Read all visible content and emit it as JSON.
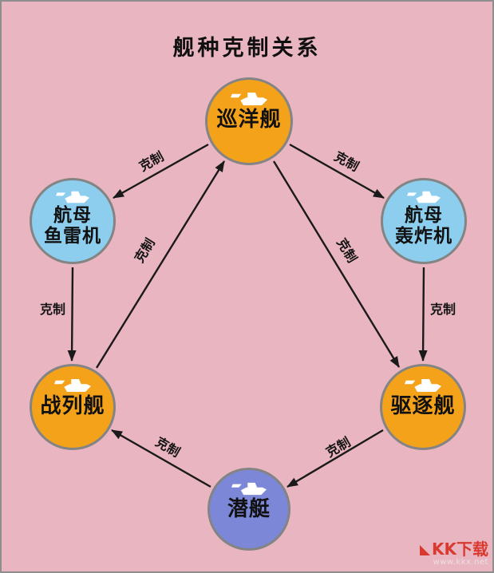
{
  "title": "舰种克制关系",
  "nodes": {
    "cruiser": {
      "label": "巡洋舰",
      "color": "#F5A21B"
    },
    "carrier_torpedo": {
      "label": "航母\n鱼雷机",
      "color": "#8DCEEF"
    },
    "carrier_bomber": {
      "label": "航母\n轰炸机",
      "color": "#8DCEEF"
    },
    "battleship": {
      "label": "战列舰",
      "color": "#F5A21B"
    },
    "destroyer": {
      "label": "驱逐舰",
      "color": "#F5A21B"
    },
    "submarine": {
      "label": "潜艇",
      "color": "#7C87D8"
    }
  },
  "edges": [
    {
      "from": "巡洋舰",
      "to": "航母鱼雷机",
      "label": "克制"
    },
    {
      "from": "巡洋舰",
      "to": "航母轰炸机",
      "label": "克制"
    },
    {
      "from": "巡洋舰",
      "to": "驱逐舰",
      "label": "克制"
    },
    {
      "from": "战列舰",
      "to": "巡洋舰",
      "label": "克制"
    },
    {
      "from": "航母鱼雷机",
      "to": "战列舰",
      "label": "克制"
    },
    {
      "from": "航母轰炸机",
      "to": "驱逐舰",
      "label": "克制"
    },
    {
      "from": "驱逐舰",
      "to": "潜艇",
      "label": "克制"
    },
    {
      "from": "潜艇",
      "to": "战列舰",
      "label": "克制"
    }
  ],
  "colors": {
    "background": "#E9B5C1",
    "node_orange": "#F5A21B",
    "node_blue": "#8DCEEF",
    "node_purple": "#7C87D8",
    "node_border": "#848484",
    "arrow": "#1A1A1A",
    "watermark_red": "#D93A30"
  },
  "watermark": {
    "brand": "KK下载",
    "site": "www.kkx.net"
  }
}
